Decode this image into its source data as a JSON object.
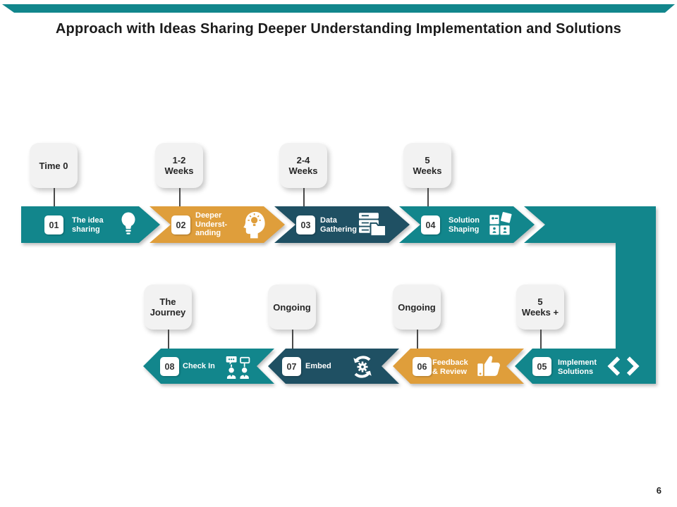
{
  "title": "Approach with Ideas Sharing Deeper Understanding Implementation and Solutions",
  "page_number": "6",
  "colors": {
    "teal": "#12868C",
    "orange": "#DF9E3B",
    "navy": "#1F5063",
    "banner": "#12868C",
    "box_gray": "#F2F2F2"
  },
  "steps": [
    {
      "num": "01",
      "label": "The idea\nsharing",
      "time": "Time 0",
      "icon": "lightbulb-icon"
    },
    {
      "num": "02",
      "label": "Deeper\nUnderst-\nanding",
      "time": "1-2\nWeeks",
      "icon": "head-idea-icon"
    },
    {
      "num": "03",
      "label": "Data\nGathering",
      "time": "2-4\nWeeks",
      "icon": "data-files-icon"
    },
    {
      "num": "04",
      "label": "Solution\nShaping",
      "time": "5\nWeeks",
      "icon": "puzzle-icon"
    },
    {
      "num": "05",
      "label": "Implement\nSolutions",
      "time": "5\nWeeks +",
      "icon": "code-brackets-icon"
    },
    {
      "num": "06",
      "label": "Feedback\n& Review",
      "time": "Ongoing",
      "icon": "thumbs-up-icon"
    },
    {
      "num": "07",
      "label": "Embed",
      "time": "Ongoing",
      "icon": "sync-gear-icon"
    },
    {
      "num": "08",
      "label": "Check In",
      "time": "The\nJourney",
      "icon": "people-chat-icon"
    }
  ]
}
